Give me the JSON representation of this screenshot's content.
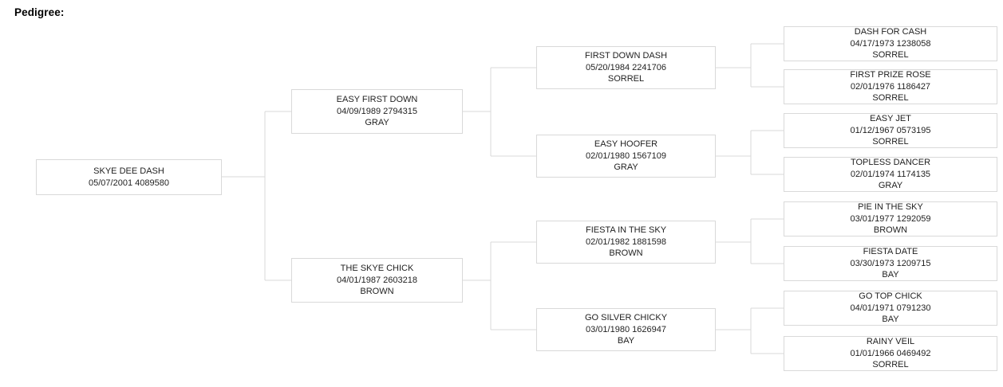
{
  "page": {
    "heading": "Pedigree:"
  },
  "palette": {
    "line": "#d9d9d9",
    "text": "#1f1f1f",
    "background": "#ffffff"
  },
  "pedigree": {
    "subject": {
      "name": "SKYE DEE DASH",
      "date": "05/07/2001",
      "reg": "4089580",
      "color": ""
    },
    "s": {
      "name": "EASY FIRST DOWN",
      "date": "04/09/1989",
      "reg": "2794315",
      "color": "GRAY"
    },
    "d": {
      "name": "THE SKYE CHICK",
      "date": "04/01/1987",
      "reg": "2603218",
      "color": "BROWN"
    },
    "ss": {
      "name": "FIRST DOWN DASH",
      "date": "05/20/1984",
      "reg": "2241706",
      "color": "SORREL"
    },
    "sd": {
      "name": "EASY HOOFER",
      "date": "02/01/1980",
      "reg": "1567109",
      "color": "GRAY"
    },
    "ds": {
      "name": "FIESTA IN THE SKY",
      "date": "02/01/1982",
      "reg": "1881598",
      "color": "BROWN"
    },
    "dd": {
      "name": "GO SILVER CHICKY",
      "date": "03/01/1980",
      "reg": "1626947",
      "color": "BAY"
    },
    "sss": {
      "name": "DASH FOR CASH",
      "date": "04/17/1973",
      "reg": "1238058",
      "color": "SORREL"
    },
    "ssd": {
      "name": "FIRST PRIZE ROSE",
      "date": "02/01/1976",
      "reg": "1186427",
      "color": "SORREL"
    },
    "sds": {
      "name": "EASY JET",
      "date": "01/12/1967",
      "reg": "0573195",
      "color": "SORREL"
    },
    "sdd": {
      "name": "TOPLESS DANCER",
      "date": "02/01/1974",
      "reg": "1174135",
      "color": "GRAY"
    },
    "dss": {
      "name": "PIE IN THE SKY",
      "date": "03/01/1977",
      "reg": "1292059",
      "color": "BROWN"
    },
    "dsd": {
      "name": "FIESTA DATE",
      "date": "03/30/1973",
      "reg": "1209715",
      "color": "BAY"
    },
    "dds": {
      "name": "GO TOP CHICK",
      "date": "04/01/1971",
      "reg": "0791230",
      "color": "BAY"
    },
    "ddd": {
      "name": "RAINY VEIL",
      "date": "01/01/1966",
      "reg": "0469492",
      "color": "SORREL"
    }
  }
}
